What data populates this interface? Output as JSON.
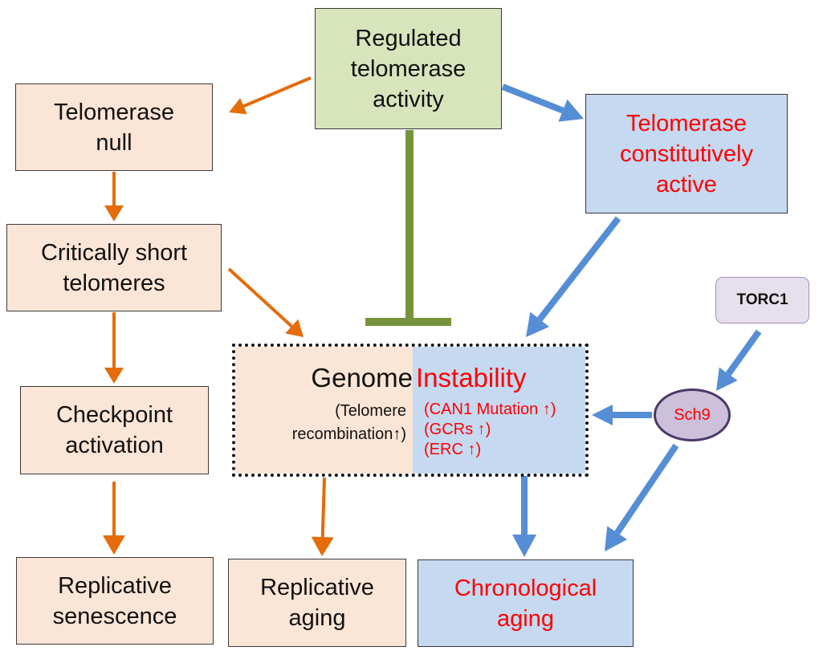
{
  "colors": {
    "replicative_path": "#e46c0a",
    "chronological_path": "#558ed5",
    "inhibition": "#77933c",
    "highlight_text": "#ff0000"
  },
  "nodes": {
    "regulated": {
      "label": "Regulated\ntelomerase\nactivity"
    },
    "telomerase_null": {
      "label": "Telomerase\nnull"
    },
    "critically_short": {
      "label": "Critically short\ntelomeres"
    },
    "checkpoint": {
      "label": "Checkpoint\nactivation"
    },
    "replicative_senescence": {
      "label": "Replicative\nsenescence"
    },
    "constitutively_active": {
      "label": "Telomerase\nconstitutively\nactive"
    },
    "torc1": {
      "label": "TORC1"
    },
    "sch9": {
      "label": "Sch9"
    },
    "genome_instability": {
      "title_left": "Genome",
      "title_right": "Instability",
      "sub_left": "(Telomere\nrecombination↑)",
      "sub_right": [
        "(CAN1 Mutation ↑)",
        "(GCRs ↑)",
        "(ERC ↑)"
      ]
    },
    "replicative_aging": {
      "label": "Replicative\naging"
    },
    "chronological_aging": {
      "label": "Chronological\naging"
    }
  },
  "edges": [
    {
      "from": "regulated",
      "to": "telomerase_null",
      "type": "activation",
      "color": "replicative_path"
    },
    {
      "from": "regulated",
      "to": "constitutively_active",
      "type": "activation",
      "color": "chronological_path"
    },
    {
      "from": "regulated",
      "to": "genome_instability",
      "type": "inhibition",
      "color": "inhibition"
    },
    {
      "from": "telomerase_null",
      "to": "critically_short",
      "type": "activation",
      "color": "replicative_path"
    },
    {
      "from": "critically_short",
      "to": "checkpoint",
      "type": "activation",
      "color": "replicative_path"
    },
    {
      "from": "critically_short",
      "to": "genome_instability",
      "type": "activation",
      "color": "replicative_path"
    },
    {
      "from": "checkpoint",
      "to": "replicative_senescence",
      "type": "activation",
      "color": "replicative_path"
    },
    {
      "from": "constitutively_active",
      "to": "genome_instability",
      "type": "activation",
      "color": "chronological_path"
    },
    {
      "from": "torc1",
      "to": "sch9",
      "type": "activation",
      "color": "chronological_path"
    },
    {
      "from": "sch9",
      "to": "genome_instability",
      "type": "activation",
      "color": "chronological_path"
    },
    {
      "from": "sch9",
      "to": "chronological_aging",
      "type": "activation",
      "color": "chronological_path"
    },
    {
      "from": "genome_instability",
      "to": "replicative_aging",
      "type": "activation",
      "color": "replicative_path"
    },
    {
      "from": "genome_instability",
      "to": "chronological_aging",
      "type": "activation",
      "color": "chronological_path"
    }
  ]
}
